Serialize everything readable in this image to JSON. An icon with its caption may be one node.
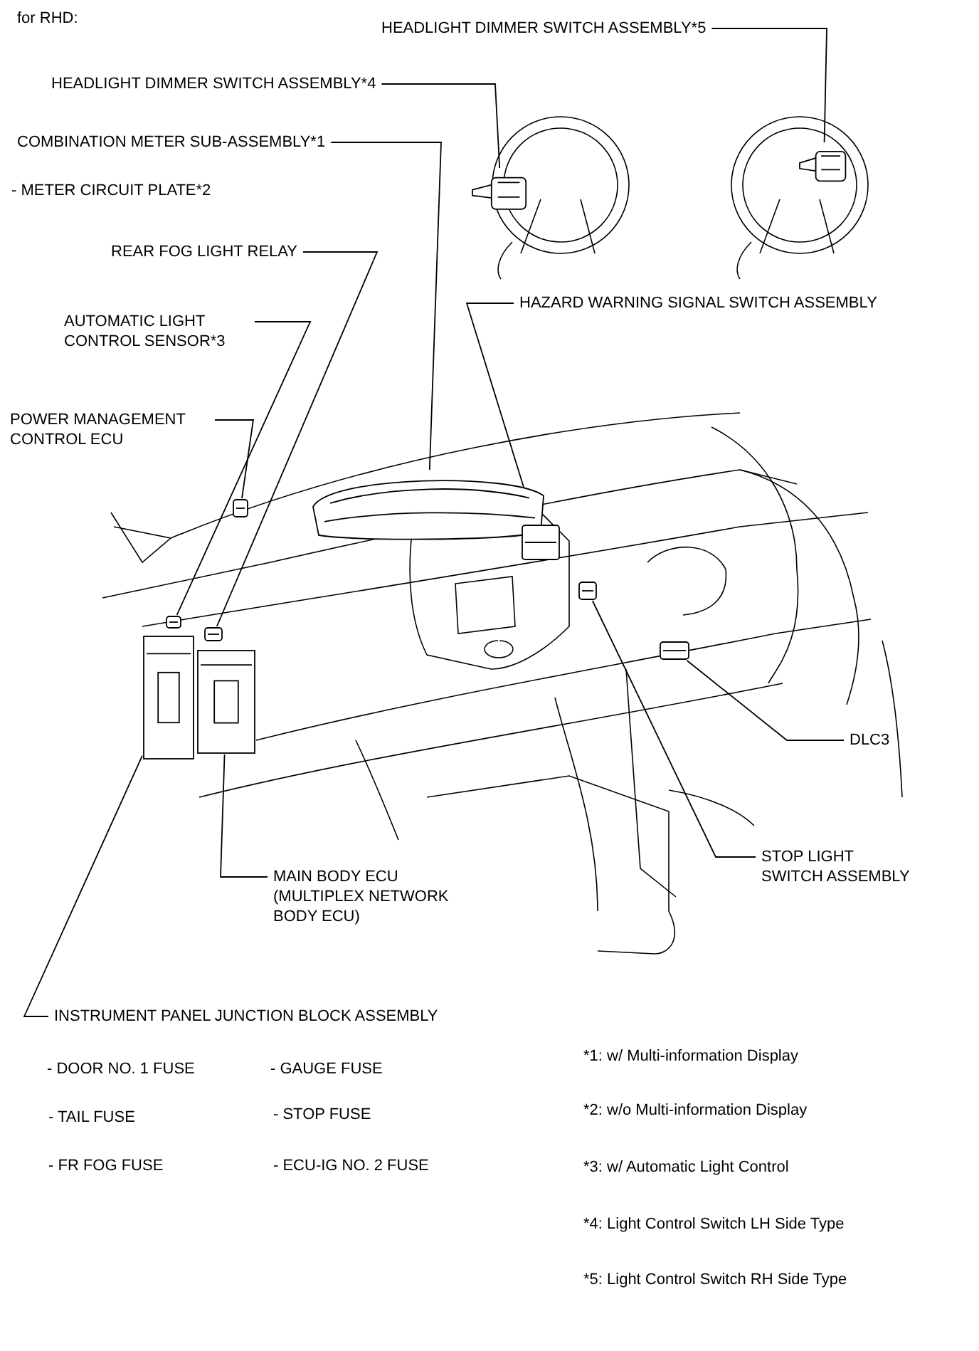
{
  "diagram": {
    "title": "for RHD:",
    "nodes": [
      {
        "text": [
          "HEADLIGHT DIMMER SWITCH ASSEMBLY*5"
        ]
      },
      {
        "text": [
          "HEADLIGHT DIMMER SWITCH ASSEMBLY*4"
        ]
      },
      {
        "text": [
          "COMBINATION METER SUB-ASSEMBLY*1"
        ]
      },
      {
        "text": [
          "REAR FOG LIGHT RELAY"
        ]
      },
      {
        "text": [
          "AUTOMATIC LIGHT CONTROL SENSOR*3"
        ]
      },
      {
        "text": [
          "HAZARD WARNING SIGNAL SWITCH ASSEMBLY"
        ]
      },
      {
        "text": [
          "POWER MANAGEMENT CONTROL ECU"
        ]
      },
      {
        "text": [
          "DLC3"
        ]
      },
      {
        "text": [
          "STOP LIGHT SWITCH ASSEMBLY"
        ]
      },
      {
        "text": [
          "MAIN BODY ECU (MULTIPLEX NETWORK BODY ECU)"
        ]
      },
      {
        "text": [
          "INSTRUMENT PANEL JUNCTION BLOCK ASSEMBLY"
        ]
      },
      {
        "text": [],
        "shape": "picture"
      },
      {
        "text": [],
        "shape": "picture"
      },
      {
        "text": [],
        "shape": "picture"
      },
      {
        "text": [],
        "shape": "picture"
      },
      {
        "text": [],
        "shape": "picture"
      },
      {
        "text": [],
        "shape": "picture"
      },
      {
        "text": [],
        "shape": "picture"
      },
      {
        "text": [],
        "shape": "picture"
      },
      {
        "text": [],
        "shape": "picture"
      },
      {
        "text": [],
        "shape": "picture"
      },
      {
        "text": [],
        "shape": "picture"
      }
    ],
    "edges": [
      {
        "from": 0,
        "to": 11,
        "arrow": "none"
      },
      {
        "from": 1,
        "to": 12,
        "arrow": "none"
      },
      {
        "from": 2,
        "to": 13,
        "arrow": "none"
      },
      {
        "from": 3,
        "to": 14,
        "arrow": "none"
      },
      {
        "from": 4,
        "to": 15,
        "arrow": "none"
      },
      {
        "from": 5,
        "to": 17,
        "arrow": "none"
      },
      {
        "from": 6,
        "to": 16,
        "arrow": "none"
      },
      {
        "from": 7,
        "to": 18,
        "arrow": "none"
      },
      {
        "from": 8,
        "to": 19,
        "arrow": "none"
      },
      {
        "from": 9,
        "to": 20,
        "arrow": "none"
      },
      {
        "from": 10,
        "to": 21,
        "arrow": "none"
      }
    ],
    "labels": [
      "- METER CIRCUIT PLATE*2",
      "- DOOR NO. 1 FUSE",
      "- GAUGE FUSE",
      "- TAIL FUSE",
      "- STOP FUSE",
      "- FR FOG FUSE",
      "- ECU-IG NO. 2 FUSE",
      "*1: w/ Multi-information Display",
      "*2: w/o Multi-information Display",
      "*3: w/ Automatic Light Control",
      "*4: Light Control Switch LH Side Type",
      "*5: Light Control Switch RH Side Type"
    ]
  }
}
